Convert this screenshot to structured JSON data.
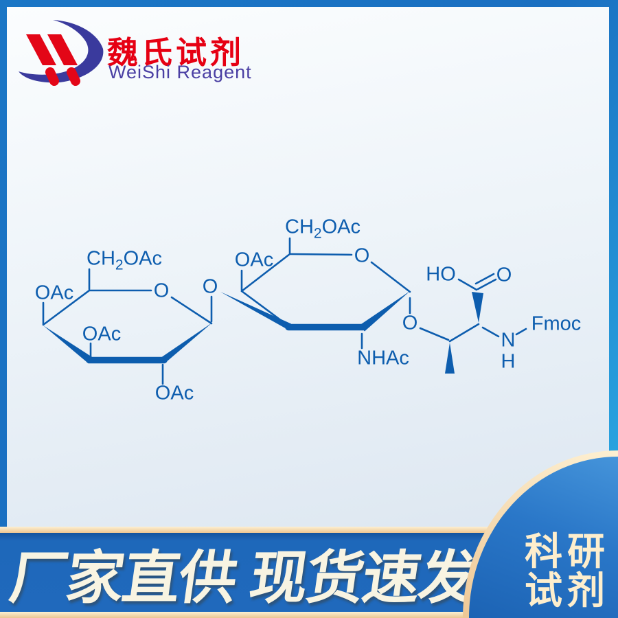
{
  "logo": {
    "brand_cn": "魏氏试剂",
    "brand_en": "WeiShi Reagent"
  },
  "molecule": {
    "labels": {
      "left_ch2oac_pre": "CH",
      "left_ch2oac_sub": "2",
      "left_ch2oac_post": "OAc",
      "left_oac_c4": "OAc",
      "left_ring_o": "O",
      "left_oac_c3": "OAc",
      "left_oac_c2": "OAc",
      "glyco_o1": "O",
      "mid_ch2oac_pre": "CH",
      "mid_ch2oac_sub": "2",
      "mid_ch2oac_post": "OAc",
      "mid_oac_c4": "OAc",
      "mid_ring_o": "O",
      "nhac": "NHAc",
      "glyco_o2": "O",
      "hydroxyl": "HO",
      "carbonyl_o": "O",
      "amine_n": "N",
      "amine_h": "H",
      "fmoc": "Fmoc"
    }
  },
  "banner": {
    "headline": "厂家直供 现货速发"
  },
  "corner_badge": {
    "line1": "科研",
    "line2": "试剂"
  },
  "colors": {
    "structure_blue": "#0d5dae",
    "banner_blue": "#1e68ba",
    "border_cream": "#f3d8a8",
    "frame_blue_top": "#1b77c6",
    "frame_blue_bottom": "#2db3e9",
    "logo_red": "#e60013",
    "logo_en_purple": "#4a3fa3",
    "swoosh_indigo": "#3a3a9d",
    "badge_text_cream": "#fdeecd",
    "banner_text_cream": "#f8f4e2"
  }
}
